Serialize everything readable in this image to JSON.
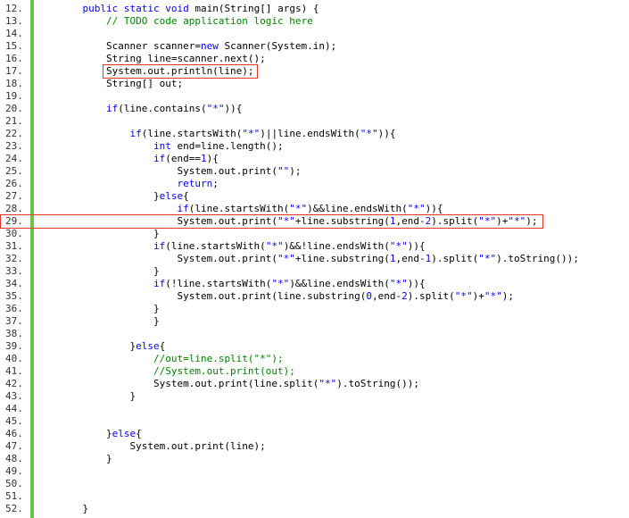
{
  "colors": {
    "keyword": "#0000ff",
    "comment": "#008200",
    "string": "#0000ff",
    "text": "#000000",
    "gutter_bar": "#6cc644",
    "highlight_border": "#e0352b"
  },
  "lines": [
    {
      "n": "12.",
      "tokens": [
        [
          "txt",
          "    "
        ],
        [
          "kw",
          "public"
        ],
        [
          "txt",
          " "
        ],
        [
          "kw",
          "static"
        ],
        [
          "txt",
          " "
        ],
        [
          "kw",
          "void"
        ],
        [
          "txt",
          " main(String[] args) {"
        ]
      ]
    },
    {
      "n": "13.",
      "tokens": [
        [
          "txt",
          "        "
        ],
        [
          "cmt",
          "// TODO code application logic here"
        ]
      ]
    },
    {
      "n": "14.",
      "tokens": []
    },
    {
      "n": "15.",
      "tokens": [
        [
          "txt",
          "        Scanner scanner="
        ],
        [
          "kw",
          "new"
        ],
        [
          "txt",
          " Scanner(System.in);"
        ]
      ]
    },
    {
      "n": "16.",
      "tokens": [
        [
          "txt",
          "        String line=scanner.next();"
        ]
      ]
    },
    {
      "n": "17.",
      "tokens": [
        [
          "txt",
          "        System.out.println(line);"
        ]
      ],
      "highlight": true
    },
    {
      "n": "18.",
      "tokens": [
        [
          "txt",
          "        String[] out;"
        ]
      ]
    },
    {
      "n": "19.",
      "tokens": []
    },
    {
      "n": "20.",
      "tokens": [
        [
          "txt",
          "        "
        ],
        [
          "kw",
          "if"
        ],
        [
          "txt",
          "(line.contains("
        ],
        [
          "str",
          "\"*\""
        ],
        [
          "txt",
          ")){"
        ]
      ]
    },
    {
      "n": "21.",
      "tokens": []
    },
    {
      "n": "22.",
      "tokens": [
        [
          "txt",
          "            "
        ],
        [
          "kw",
          "if"
        ],
        [
          "txt",
          "(line.startsWith("
        ],
        [
          "str",
          "\"*\""
        ],
        [
          "txt",
          ")||line.endsWith("
        ],
        [
          "str",
          "\"*\""
        ],
        [
          "txt",
          ")){"
        ]
      ]
    },
    {
      "n": "23.",
      "tokens": [
        [
          "txt",
          "                "
        ],
        [
          "kw",
          "int"
        ],
        [
          "txt",
          " end=line.length();"
        ]
      ]
    },
    {
      "n": "24.",
      "tokens": [
        [
          "txt",
          "                "
        ],
        [
          "kw",
          "if"
        ],
        [
          "txt",
          "(end=="
        ],
        [
          "str",
          "1"
        ],
        [
          "txt",
          "){"
        ]
      ]
    },
    {
      "n": "25.",
      "tokens": [
        [
          "txt",
          "                    System.out.print("
        ],
        [
          "str",
          "\"\""
        ],
        [
          "txt",
          ");"
        ]
      ]
    },
    {
      "n": "26.",
      "tokens": [
        [
          "txt",
          "                    "
        ],
        [
          "kw",
          "return"
        ],
        [
          "txt",
          ";"
        ]
      ]
    },
    {
      "n": "27.",
      "tokens": [
        [
          "txt",
          "                }"
        ],
        [
          "kw",
          "else"
        ],
        [
          "txt",
          "{"
        ]
      ]
    },
    {
      "n": "28.",
      "tokens": [
        [
          "txt",
          "                    "
        ],
        [
          "kw",
          "if"
        ],
        [
          "txt",
          "(line.startsWith("
        ],
        [
          "str",
          "\"*\""
        ],
        [
          "txt",
          ")&&line.endsWith("
        ],
        [
          "str",
          "\"*\""
        ],
        [
          "txt",
          ")){"
        ]
      ]
    },
    {
      "n": "29.",
      "tokens": [
        [
          "txt",
          "                    System.out.print("
        ],
        [
          "str",
          "\"*\""
        ],
        [
          "txt",
          "+line.substring("
        ],
        [
          "str",
          "1"
        ],
        [
          "txt",
          ",end-"
        ],
        [
          "str",
          "2"
        ],
        [
          "txt",
          ").split("
        ],
        [
          "str",
          "\"*\""
        ],
        [
          "txt",
          ")+"
        ],
        [
          "str",
          "\"*\""
        ],
        [
          "txt",
          ");"
        ]
      ],
      "highlight": true
    },
    {
      "n": "30.",
      "tokens": [
        [
          "txt",
          "                }"
        ]
      ]
    },
    {
      "n": "31.",
      "tokens": [
        [
          "txt",
          "                "
        ],
        [
          "kw",
          "if"
        ],
        [
          "txt",
          "(line.startsWith("
        ],
        [
          "str",
          "\"*\""
        ],
        [
          "txt",
          ")&&!line.endsWith("
        ],
        [
          "str",
          "\"*\""
        ],
        [
          "txt",
          ")){"
        ]
      ]
    },
    {
      "n": "32.",
      "tokens": [
        [
          "txt",
          "                    System.out.print("
        ],
        [
          "str",
          "\"*\""
        ],
        [
          "txt",
          "+line.substring("
        ],
        [
          "str",
          "1"
        ],
        [
          "txt",
          ",end-"
        ],
        [
          "str",
          "1"
        ],
        [
          "txt",
          ").split("
        ],
        [
          "str",
          "\"*\""
        ],
        [
          "txt",
          ").toString());"
        ]
      ]
    },
    {
      "n": "33.",
      "tokens": [
        [
          "txt",
          "                }"
        ]
      ]
    },
    {
      "n": "34.",
      "tokens": [
        [
          "txt",
          "                "
        ],
        [
          "kw",
          "if"
        ],
        [
          "txt",
          "(!line.startsWith("
        ],
        [
          "str",
          "\"*\""
        ],
        [
          "txt",
          ")&&line.endsWith("
        ],
        [
          "str",
          "\"*\""
        ],
        [
          "txt",
          ")){"
        ]
      ]
    },
    {
      "n": "35.",
      "tokens": [
        [
          "txt",
          "                    System.out.print(line.substring("
        ],
        [
          "str",
          "0"
        ],
        [
          "txt",
          ",end-"
        ],
        [
          "str",
          "2"
        ],
        [
          "txt",
          ").split("
        ],
        [
          "str",
          "\"*\""
        ],
        [
          "txt",
          ")+"
        ],
        [
          "str",
          "\"*\""
        ],
        [
          "txt",
          ");"
        ]
      ]
    },
    {
      "n": "36.",
      "tokens": [
        [
          "txt",
          "                }"
        ]
      ]
    },
    {
      "n": "37.",
      "tokens": [
        [
          "txt",
          "                }"
        ]
      ]
    },
    {
      "n": "38.",
      "tokens": []
    },
    {
      "n": "39.",
      "tokens": [
        [
          "txt",
          "            }"
        ],
        [
          "kw",
          "else"
        ],
        [
          "txt",
          "{"
        ]
      ]
    },
    {
      "n": "40.",
      "tokens": [
        [
          "txt",
          "                "
        ],
        [
          "cmt",
          "//out=line.split(\"*\");"
        ]
      ]
    },
    {
      "n": "41.",
      "tokens": [
        [
          "txt",
          "                "
        ],
        [
          "cmt",
          "//System.out.print(out);"
        ]
      ]
    },
    {
      "n": "42.",
      "tokens": [
        [
          "txt",
          "                System.out.print(line.split("
        ],
        [
          "str",
          "\"*\""
        ],
        [
          "txt",
          ").toString());"
        ]
      ]
    },
    {
      "n": "43.",
      "tokens": [
        [
          "txt",
          "            }"
        ]
      ]
    },
    {
      "n": "44.",
      "tokens": []
    },
    {
      "n": "45.",
      "tokens": []
    },
    {
      "n": "46.",
      "tokens": [
        [
          "txt",
          "        }"
        ],
        [
          "kw",
          "else"
        ],
        [
          "txt",
          "{"
        ]
      ]
    },
    {
      "n": "47.",
      "tokens": [
        [
          "txt",
          "            System.out.print(line);"
        ]
      ]
    },
    {
      "n": "48.",
      "tokens": [
        [
          "txt",
          "        }"
        ]
      ]
    },
    {
      "n": "49.",
      "tokens": []
    },
    {
      "n": "50.",
      "tokens": []
    },
    {
      "n": "51.",
      "tokens": []
    },
    {
      "n": "52.",
      "tokens": [
        [
          "txt",
          "    }"
        ]
      ]
    }
  ]
}
